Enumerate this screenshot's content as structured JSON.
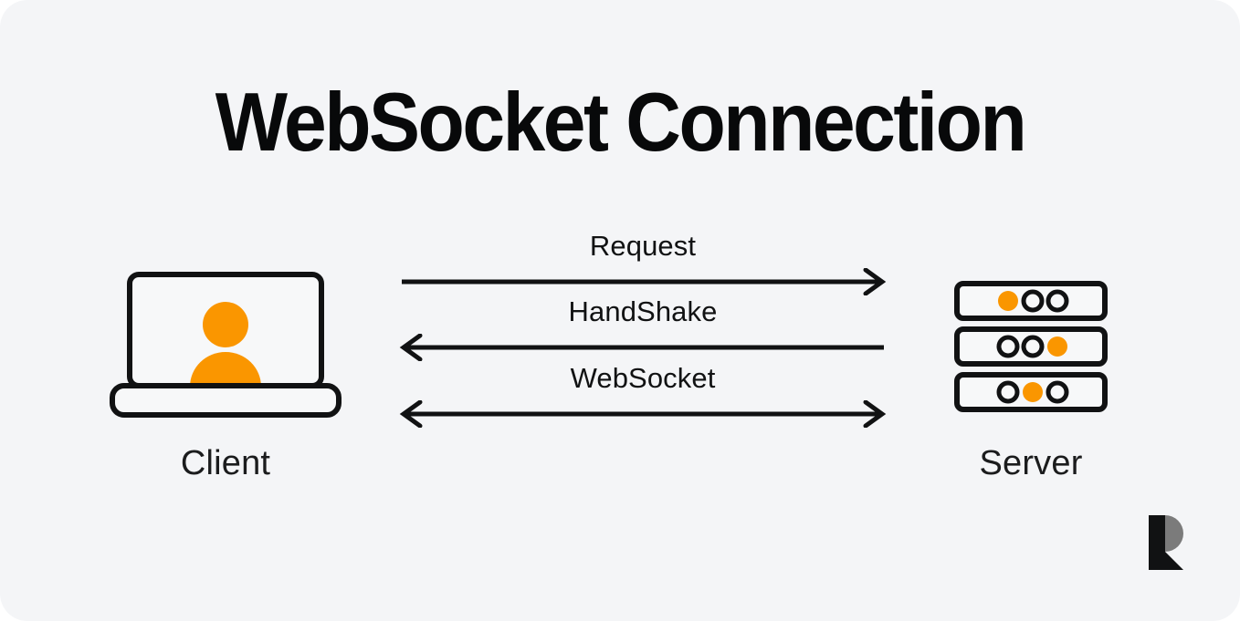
{
  "diagram": {
    "title": "WebSocket Connection",
    "background_color": "#f4f5f7",
    "accent_color": "#fa9600",
    "stroke_color": "#111213",
    "nodes": [
      {
        "id": "client",
        "label": "Client",
        "icon": "laptop-user-icon"
      },
      {
        "id": "server",
        "label": "Server",
        "icon": "server-rack-icon"
      }
    ],
    "flows": [
      {
        "label": "Request",
        "direction": "right",
        "from": "client",
        "to": "server"
      },
      {
        "label": "HandShake",
        "direction": "left",
        "from": "server",
        "to": "client"
      },
      {
        "label": "WebSocket",
        "direction": "both",
        "from": "client",
        "to": "server"
      }
    ],
    "server_rows": [
      {
        "dots": [
          "filled",
          "outline",
          "outline"
        ]
      },
      {
        "dots": [
          "outline",
          "outline",
          "filled"
        ]
      },
      {
        "dots": [
          "outline",
          "filled",
          "outline"
        ]
      }
    ],
    "logo": {
      "name": "letter-r-logo",
      "dark_color": "#111213",
      "light_color": "#7b7b7b"
    }
  }
}
